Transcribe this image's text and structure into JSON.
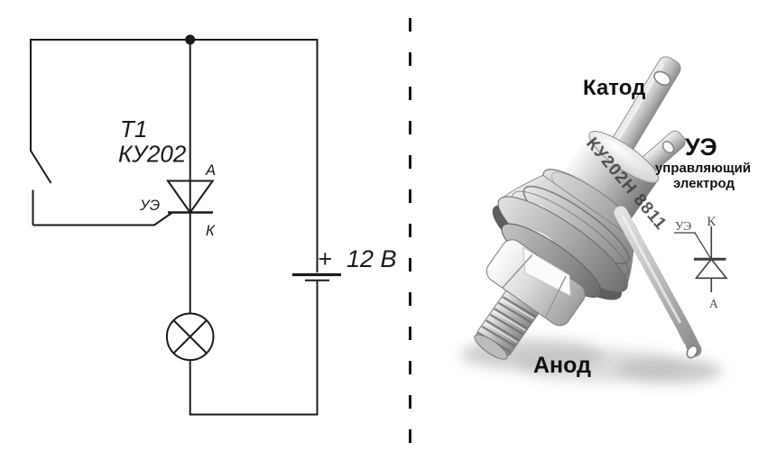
{
  "left_panel": {
    "type": "thyristor-switch-schematic",
    "thyristor": {
      "designator": "T1",
      "part": "КУ202",
      "anode_label": "А",
      "cathode_label": "К",
      "gate_label": "УЭ"
    },
    "battery": {
      "polarity": "+",
      "voltage": "12 В"
    },
    "colors": {
      "line": "#1a1a1a",
      "background": "#ffffff"
    }
  },
  "divider": {
    "style": "vertical-dashed",
    "color": "#111111"
  },
  "right_panel": {
    "type": "component-photo",
    "labels": {
      "cathode": "Катод",
      "gate": "УЭ",
      "gate_desc_line1": "управляющий",
      "gate_desc_line2": "электрод",
      "anode": "Анод"
    },
    "case_marking": "КУ202Н 8811",
    "mini_symbol": {
      "cathode": "К",
      "gate": "УЭ",
      "anode": "А"
    }
  }
}
